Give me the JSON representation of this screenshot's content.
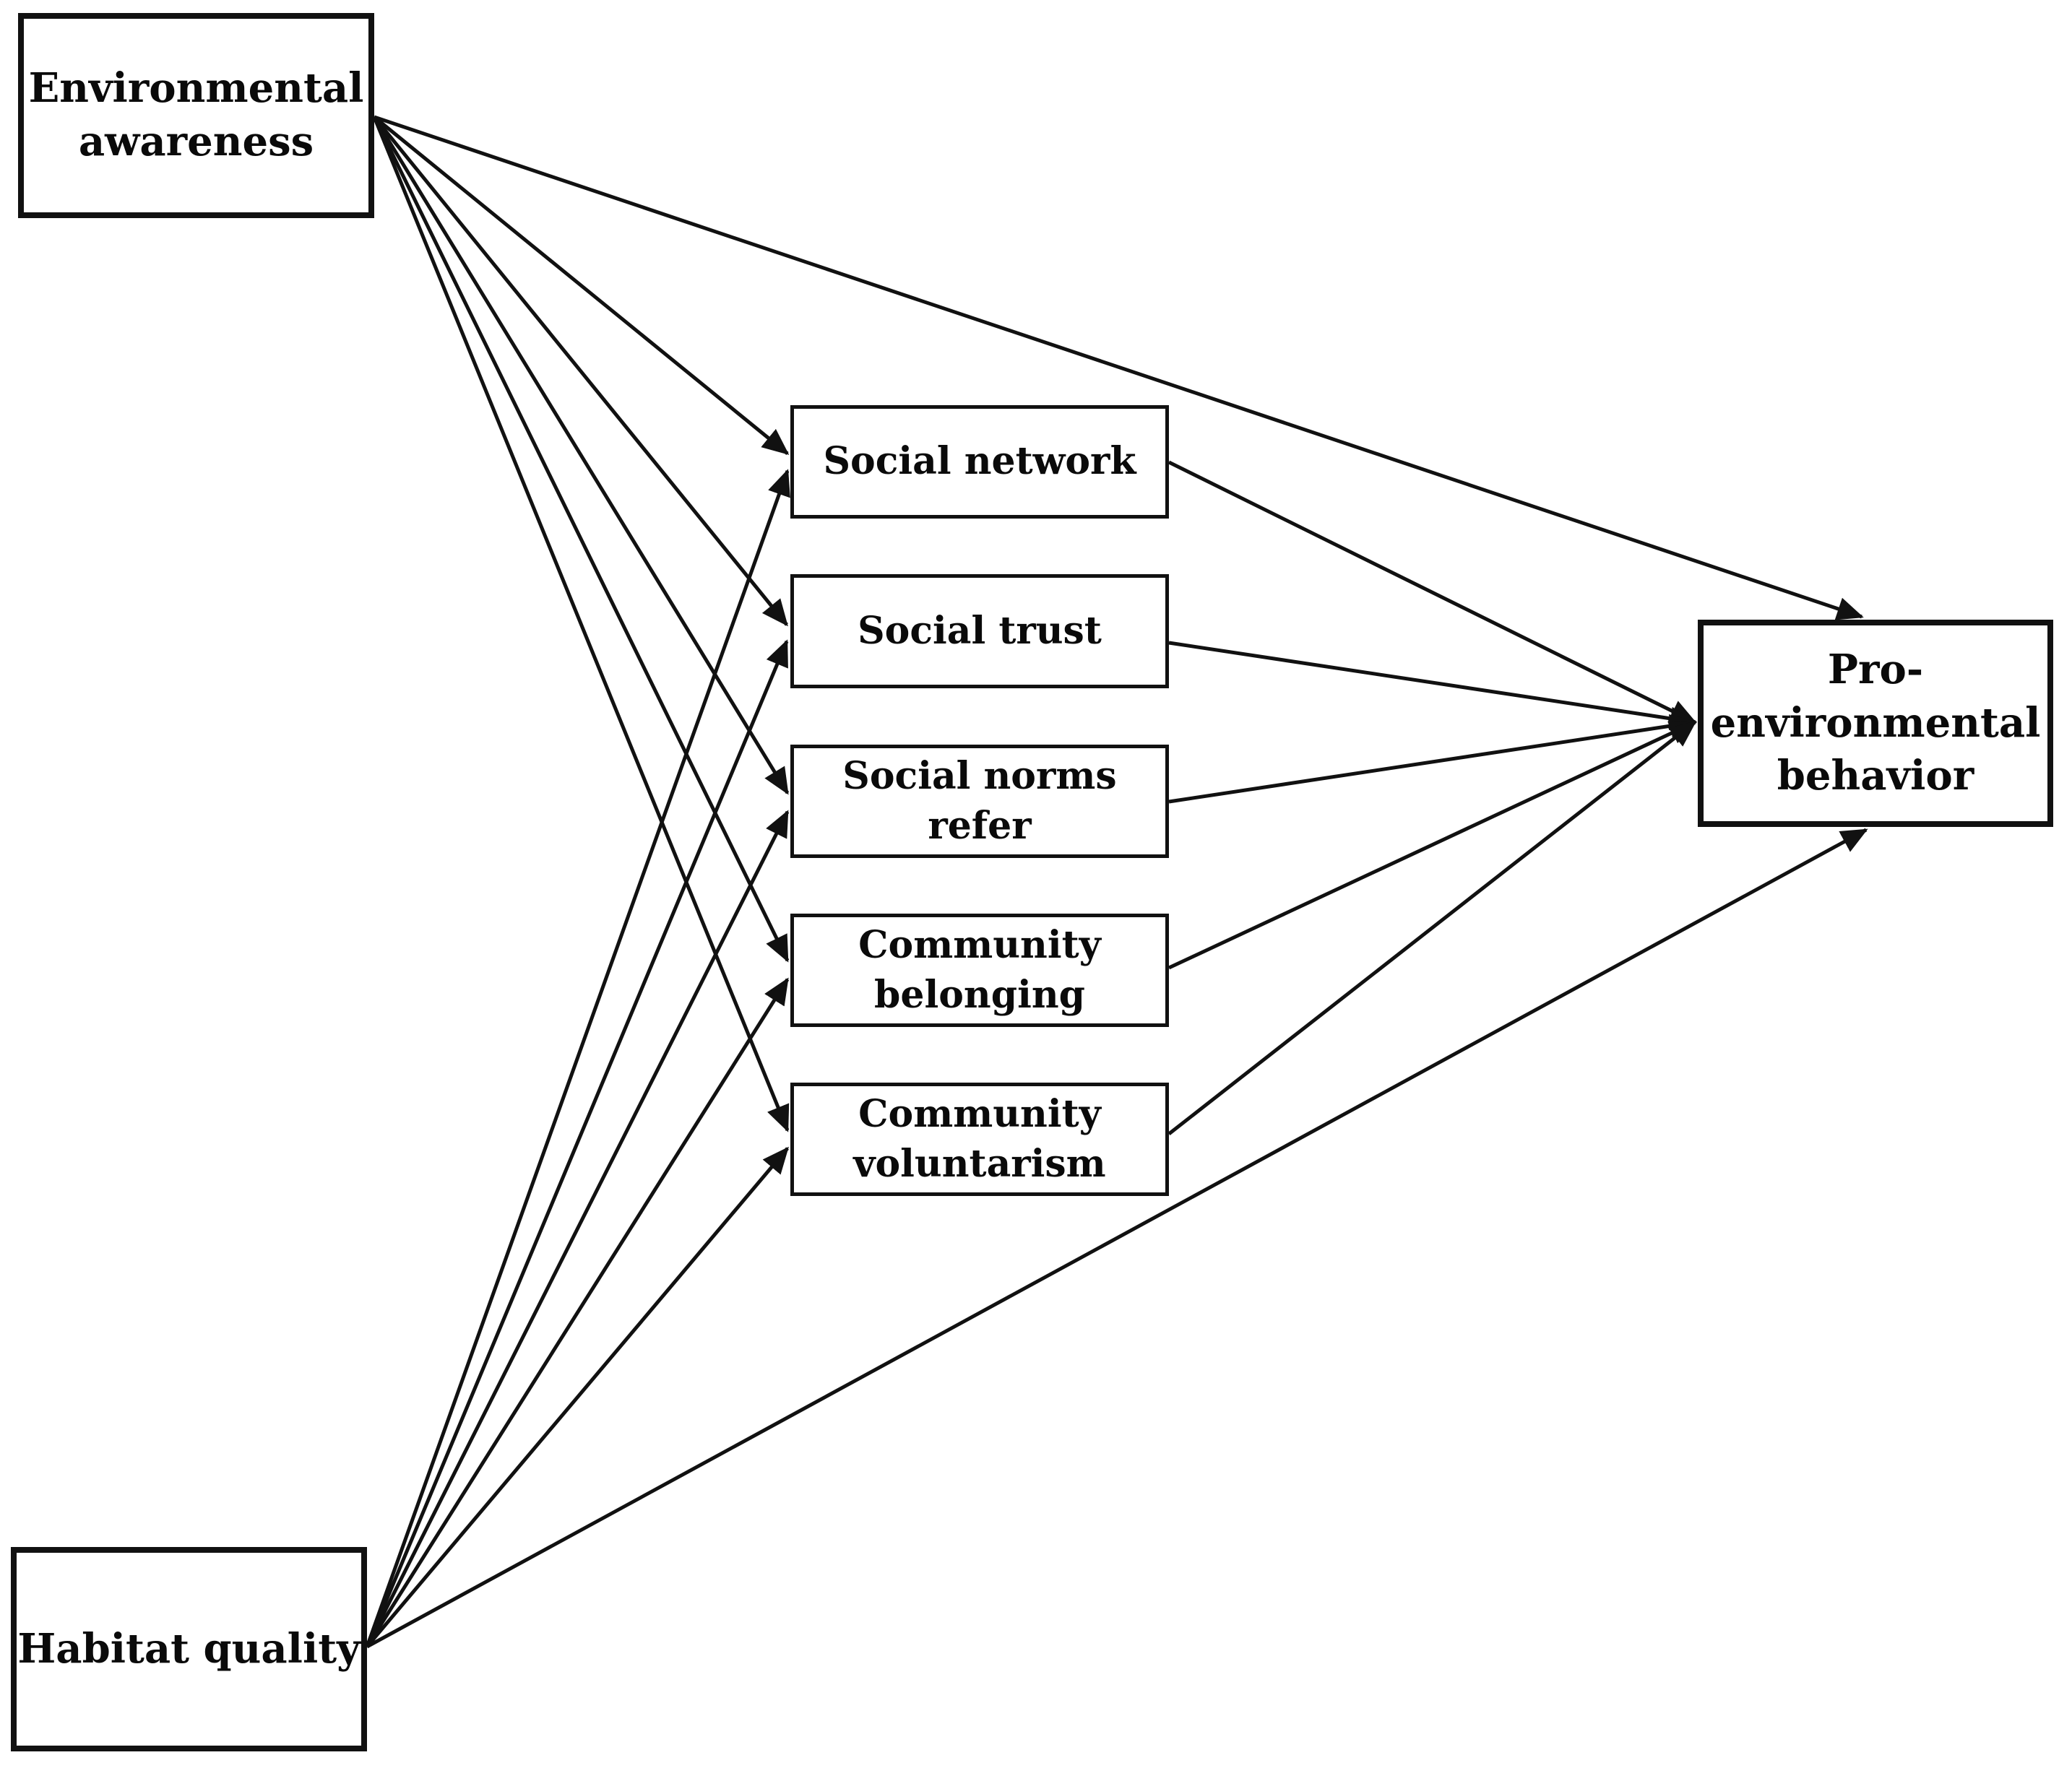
{
  "diagram": {
    "nodes": {
      "environmental_awareness": {
        "label": "Environmental\nawareness"
      },
      "habitat_quality": {
        "label": "Habitat quality"
      },
      "social_network": {
        "label": "Social network"
      },
      "social_trust": {
        "label": "Social trust"
      },
      "social_norms_refer": {
        "label": "Social norms refer"
      },
      "community_belonging": {
        "label": "Community\nbelonging"
      },
      "community_voluntarism": {
        "label": "Community\nvoluntarism"
      },
      "pro_environmental_behavior": {
        "label": "Pro-\nenvironmental\nbehavior"
      }
    },
    "edges": [
      {
        "from": "environmental_awareness",
        "to": "social_network"
      },
      {
        "from": "environmental_awareness",
        "to": "social_trust"
      },
      {
        "from": "environmental_awareness",
        "to": "social_norms_refer"
      },
      {
        "from": "environmental_awareness",
        "to": "community_belonging"
      },
      {
        "from": "environmental_awareness",
        "to": "community_voluntarism"
      },
      {
        "from": "environmental_awareness",
        "to": "pro_environmental_behavior"
      },
      {
        "from": "habitat_quality",
        "to": "social_network"
      },
      {
        "from": "habitat_quality",
        "to": "social_trust"
      },
      {
        "from": "habitat_quality",
        "to": "social_norms_refer"
      },
      {
        "from": "habitat_quality",
        "to": "community_belonging"
      },
      {
        "from": "habitat_quality",
        "to": "community_voluntarism"
      },
      {
        "from": "habitat_quality",
        "to": "pro_environmental_behavior"
      },
      {
        "from": "social_network",
        "to": "pro_environmental_behavior"
      },
      {
        "from": "social_trust",
        "to": "pro_environmental_behavior"
      },
      {
        "from": "social_norms_refer",
        "to": "pro_environmental_behavior"
      },
      {
        "from": "community_belonging",
        "to": "pro_environmental_behavior"
      },
      {
        "from": "community_voluntarism",
        "to": "pro_environmental_behavior"
      }
    ],
    "colors": {
      "line": "#111111",
      "box_border": "#111111",
      "text": "#0a0a0a",
      "background": "#ffffff"
    }
  }
}
